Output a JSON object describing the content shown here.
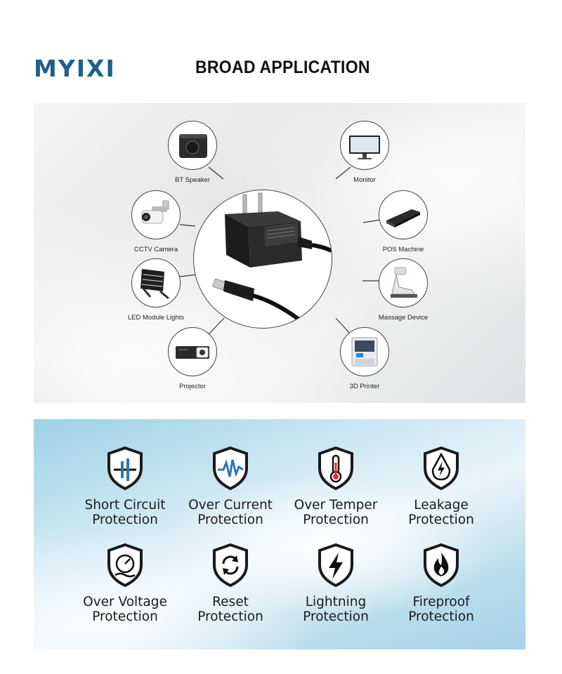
{
  "brand": {
    "logo_text": "MYIXI",
    "logo_color": "#1f5f8b"
  },
  "heading": "BROAD APPLICATION",
  "applications": [
    {
      "label": "BT Speaker",
      "icon": "speaker-icon"
    },
    {
      "label": "Monitor",
      "icon": "monitor-icon"
    },
    {
      "label": "CCTV Camera",
      "icon": "cctv-camera-icon"
    },
    {
      "label": "POS Machine",
      "icon": "pos-machine-icon"
    },
    {
      "label": "LED Module Lights",
      "icon": "led-floodlight-icon"
    },
    {
      "label": "Massage Device",
      "icon": "massage-device-icon"
    },
    {
      "label": "Projector",
      "icon": "projector-icon"
    },
    {
      "label": "3D Printer",
      "icon": "3d-printer-icon"
    }
  ],
  "center_product": {
    "icon": "power-adapter-icon"
  },
  "protections": [
    {
      "line1": "Short Circuit",
      "line2": "Protection",
      "icon": "short-circuit-shield-icon"
    },
    {
      "line1": "Over Current",
      "line2": "Protection",
      "icon": "over-current-shield-icon"
    },
    {
      "line1": "Over Temper",
      "line2": "Protection",
      "icon": "thermometer-shield-icon"
    },
    {
      "line1": "Leakage",
      "line2": "Protection",
      "icon": "leakage-bolt-shield-icon"
    },
    {
      "line1": "Over Voltage",
      "line2": "Protection",
      "icon": "gauge-shield-icon"
    },
    {
      "line1": "Reset",
      "line2": "Protection",
      "icon": "reset-arrows-shield-icon"
    },
    {
      "line1": "Lightning",
      "line2": "Protection",
      "icon": "lightning-shield-icon"
    },
    {
      "line1": "Fireproof",
      "line2": "Protection",
      "icon": "fire-shield-icon"
    }
  ]
}
